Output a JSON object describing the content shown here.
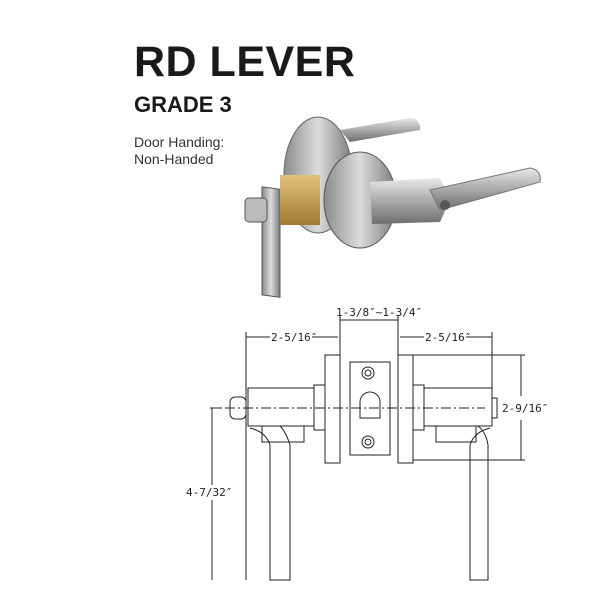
{
  "product": {
    "title": "RD LEVER",
    "grade": "GRADE 3",
    "handing_label": "Door Handing:",
    "handing_value": "Non-Handed"
  },
  "dimensions": {
    "backset_range": "1-3/8″~1-3/4″",
    "left_lever": "2-5/16″",
    "right_lever": "2-5/16″",
    "rose_diameter": "2-9/16″",
    "lever_drop": "4-7/32″"
  }
}
